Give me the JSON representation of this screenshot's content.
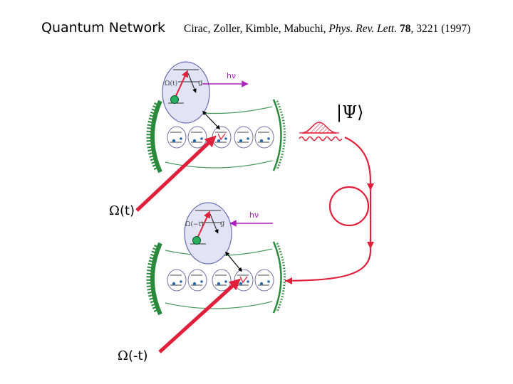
{
  "header": {
    "title": "Quantum Network",
    "citation_authors": "Cirac, Zoller, Kimble, Mabuchi, ",
    "citation_journal": "Phys. Rev. Lett.",
    "citation_volume": "78",
    "citation_rest": ", 3221 (1997)"
  },
  "labels": {
    "omega_symbol": "Ω",
    "omega_t_arg": "(t)",
    "omega_minus_t_arg": "(-t)",
    "state_symbol": "|Ψ⟩",
    "photon_label": "hν",
    "g_label": "g",
    "inset_omega_t": "Ω(t)",
    "inset_omega_minus_t": "Ω(−t)"
  },
  "colors": {
    "mirror_green": "#2a8a3c",
    "laser_red": "#e0203a",
    "photon_purple": "#b020c0",
    "atom_green": "#28b060",
    "bubble_fill": "#e2e4f6",
    "bubble_stroke": "#6a6ab0",
    "cavity_line": "#4a9a60"
  }
}
